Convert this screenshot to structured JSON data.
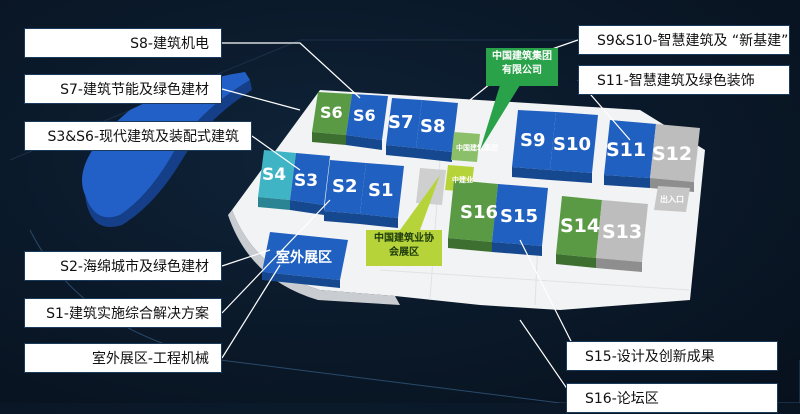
{
  "labels_left": [
    {
      "id": "s8",
      "text": "S8-建筑机电"
    },
    {
      "id": "s7",
      "text": "S7-建筑节能及绿色建材"
    },
    {
      "id": "s3s6",
      "text": "S3&S6-现代建筑及装配式建筑"
    },
    {
      "id": "s2",
      "text": "S2-海绵城市及绿色建材"
    },
    {
      "id": "s1",
      "text": "S1-建筑实施综合解决方案"
    },
    {
      "id": "outdoor",
      "text": "室外展区-工程机械"
    }
  ],
  "labels_right": [
    {
      "id": "s9s10",
      "text": "S9&S10-智慧建筑及 “新基建”"
    },
    {
      "id": "s11",
      "text": "S11-智慧建筑及绿色装饰"
    },
    {
      "id": "s15",
      "text": "S15-设计及创新成果"
    },
    {
      "id": "s16",
      "text": "S16-论坛区"
    }
  ],
  "callouts": {
    "group": "中国建筑集团有限公司",
    "association": "中国建筑业协会展区"
  },
  "halls": [
    "S6",
    "S6",
    "S7",
    "S8",
    "S9",
    "S10",
    "S11",
    "S12",
    "S4",
    "S3",
    "S2",
    "S1",
    "S16",
    "S15",
    "S14",
    "S13",
    "室外展区"
  ],
  "markers": {
    "green_block": "中国建筑集团",
    "green_block2": "中建业",
    "entrance": "出入口"
  },
  "colors": {
    "hall_blue": "#1f5fbf",
    "hall_green": "#5a9a45",
    "hall_teal": "#3fb4c4",
    "hall_gray": "#b8b8b8",
    "callout_green": "#2aa24a",
    "callout_lime": "#b6d43a",
    "background": "#0a1828"
  }
}
